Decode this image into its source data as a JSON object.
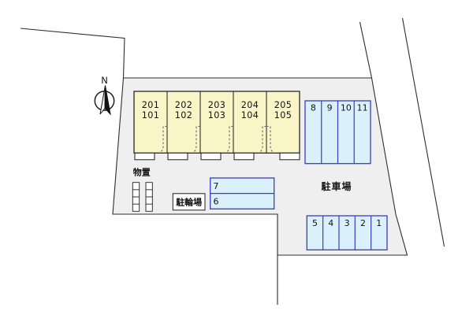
{
  "compass": {
    "north": "N"
  },
  "building": {
    "units": [
      {
        "upper": "201",
        "lower": "101"
      },
      {
        "upper": "202",
        "lower": "102"
      },
      {
        "upper": "203",
        "lower": "103"
      },
      {
        "upper": "204",
        "lower": "104"
      },
      {
        "upper": "205",
        "lower": "105"
      }
    ]
  },
  "parking": {
    "area_label": "駐車場",
    "top_row": [
      "8",
      "9",
      "10",
      "11"
    ],
    "mid_stack": [
      "7",
      "6"
    ],
    "bottom_row": [
      "5",
      "4",
      "3",
      "2",
      "1"
    ]
  },
  "storage": {
    "label": "物置"
  },
  "bicycle_parking": {
    "label": "駐輪場"
  },
  "colors": {
    "site_fill": "#efefef",
    "building_fill": "#faf5c7",
    "stall_fill": "#daf0fb",
    "stall_border": "#3c3cbc",
    "outline": "#2e2e2e"
  }
}
